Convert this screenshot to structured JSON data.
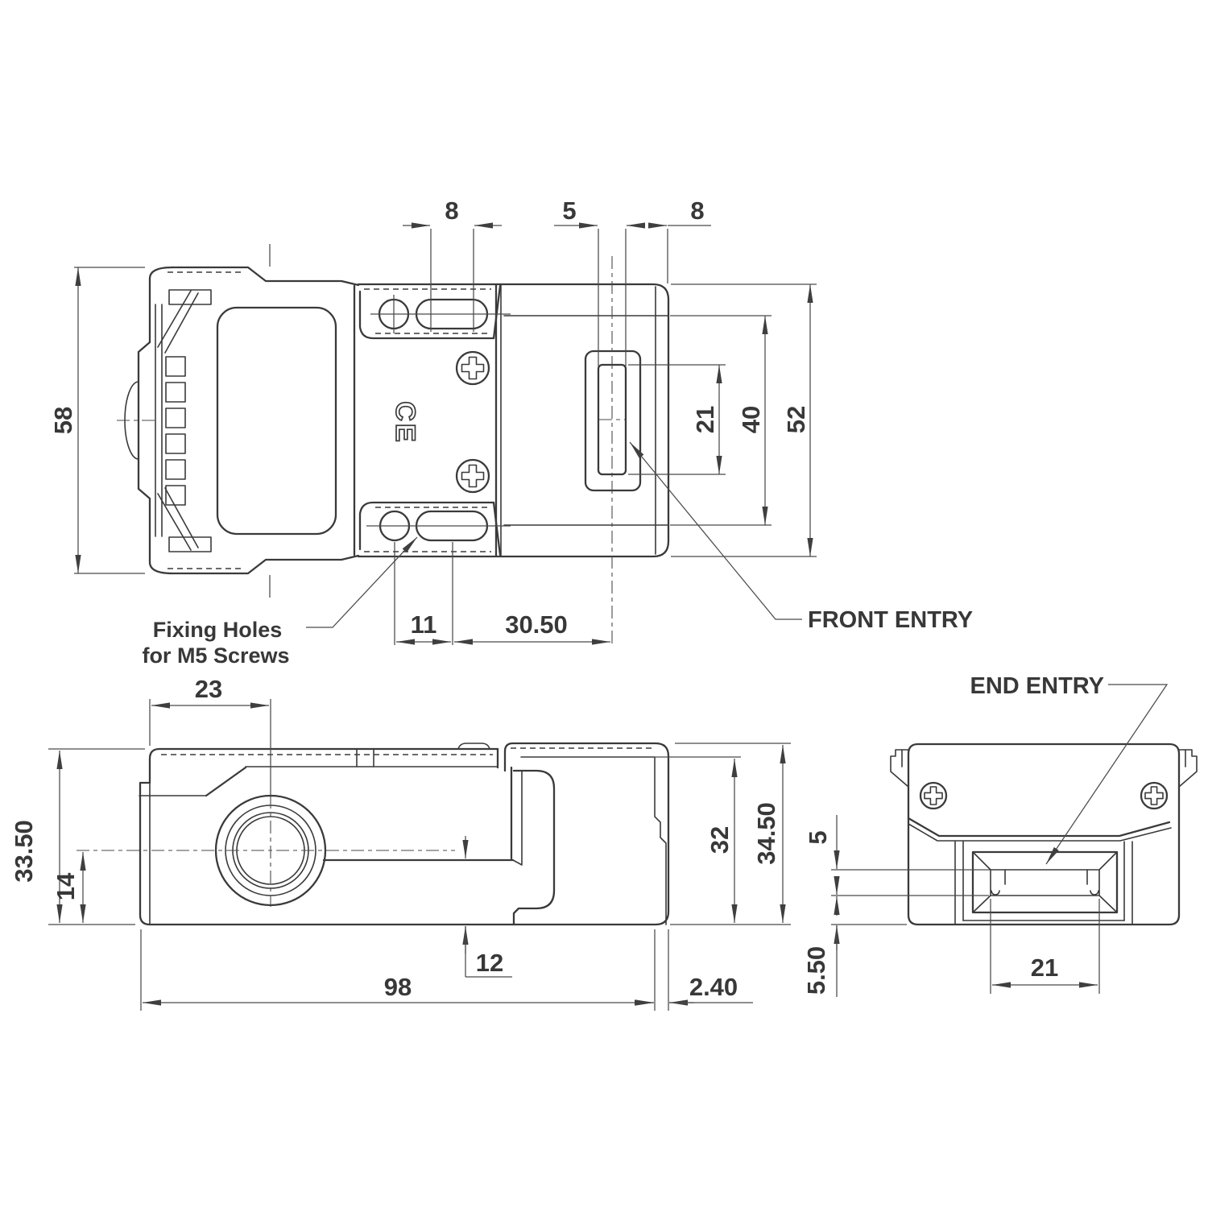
{
  "document": {
    "type": "technical-drawing",
    "background": "#ffffff",
    "line_color": "#3a3a3a",
    "dim_color": "#4a4a4a",
    "text_color": "#383838"
  },
  "labels": {
    "front_entry": "FRONT ENTRY",
    "end_entry": "END ENTRY",
    "fixing_holes_line1": "Fixing Holes",
    "fixing_holes_line2": "for M5 Screws",
    "ce_mark": "CE"
  },
  "dims": {
    "top": {
      "overall_height": "58",
      "fixing_slot_length": "8",
      "entry_slot_width": "5",
      "entry_to_end": "8",
      "entry_opening_length": "21",
      "recess_length": "40",
      "body_width": "52",
      "hole_to_slot": "11",
      "slot_to_entry_axis": "30.50"
    },
    "side": {
      "end_to_conduit_axis": "23",
      "overall_height_head_end": "33.50",
      "conduit_axis_height": "14",
      "cover_to_base": "12",
      "body_length": "98",
      "end_cap_thickness": "2.40",
      "rear_inner_height": "32",
      "rear_overall_height": "34.50"
    },
    "end": {
      "opening_height": "5",
      "opening_floor_height": "5.50",
      "opening_width": "21"
    }
  }
}
